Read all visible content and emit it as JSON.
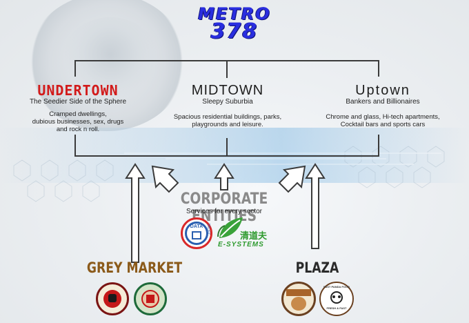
{
  "title": {
    "line1": "METRO",
    "line2": "378"
  },
  "districts": [
    {
      "name": "UNDERTOWN",
      "subtitle": "The Seedier Side of the Sphere",
      "description": [
        "Cramped dwellings,",
        "dubious businesses, sex, drugs",
        "and rock n roll."
      ]
    },
    {
      "name": "MIDTOWN",
      "subtitle": "Sleepy Suburbia",
      "description": [
        "Spacious residential buildings, parks,",
        "playgrounds and leisure."
      ]
    },
    {
      "name": "Uptown",
      "subtitle": "Bankers and Billionaires",
      "description": [
        "Chrome and glass, Hi-tech apartments,",
        "Cocktail bars and sports cars"
      ]
    }
  ],
  "corporate": {
    "title": "CORPORATE ENTITIES",
    "subtitle": "Services for every sector",
    "logos": [
      {
        "name": "DATA TRUST",
        "line1": "DATA",
        "line2": "TRUST"
      },
      {
        "name": "清道夫 E-SYSTEMS",
        "line1": "清道夫",
        "line2": "E-SYSTEMS"
      }
    ]
  },
  "grey_market": {
    "title": "GREY MARKET"
  },
  "plaza": {
    "title": "PLAZA",
    "logo_text": "FAST PANDA FOOD",
    "logo_sub": "FRESH & FAST"
  },
  "colors": {
    "title_blue": "#2a2ee0",
    "undertown_red": "#d21a1a",
    "grey_market_brown": "#8b5a1a",
    "corporate_grey": "#8a8a8a",
    "e_systems_green": "#2e9a2e"
  }
}
